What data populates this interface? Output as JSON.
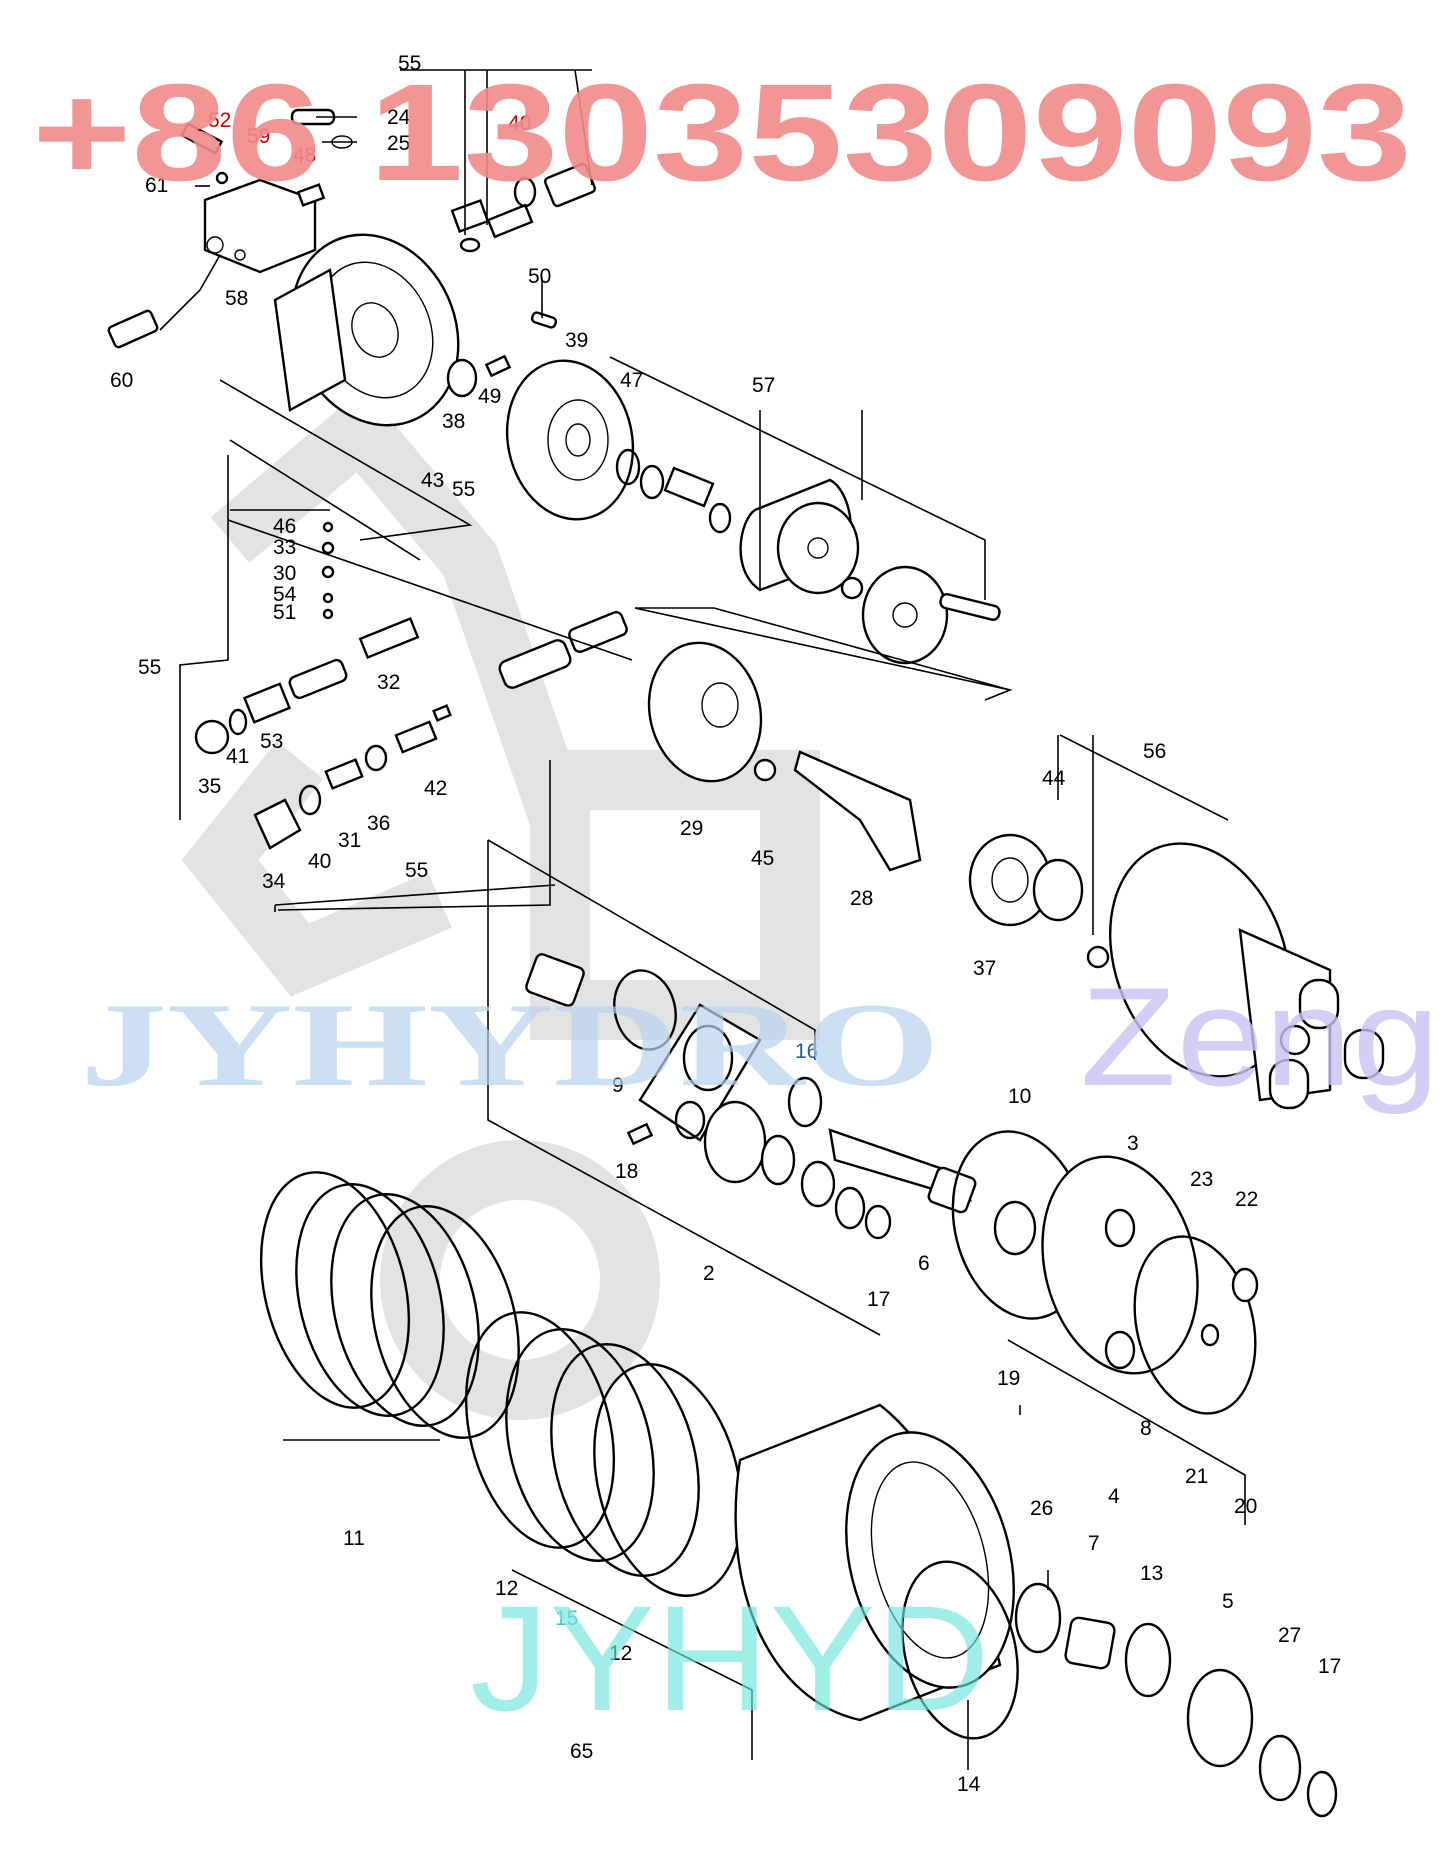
{
  "watermarks": {
    "phone": "+86 13035309093",
    "jyhydro": "JYHYDRO",
    "zeng": "Zeng",
    "jyhyd": "JYHYD"
  },
  "colors": {
    "phone_watermark": "#f08a8a",
    "red_callouts": "#cc0000",
    "blue_callout": "#1c5c9a",
    "teal_callout": "#3fc7c4"
  },
  "callouts": [
    {
      "id": "c55a",
      "text": "55"
    },
    {
      "id": "c52",
      "text": "52"
    },
    {
      "id": "c59",
      "text": "59"
    },
    {
      "id": "c48",
      "text": "48"
    },
    {
      "id": "c24",
      "text": "24"
    },
    {
      "id": "c25",
      "text": "25"
    },
    {
      "id": "c40a",
      "text": "40"
    },
    {
      "id": "c61",
      "text": "61"
    },
    {
      "id": "c58",
      "text": "58"
    },
    {
      "id": "c60",
      "text": "60"
    },
    {
      "id": "c50",
      "text": "50"
    },
    {
      "id": "c39",
      "text": "39"
    },
    {
      "id": "c49",
      "text": "49"
    },
    {
      "id": "c38",
      "text": "38"
    },
    {
      "id": "c43",
      "text": "43"
    },
    {
      "id": "c55b",
      "text": "55"
    },
    {
      "id": "c47",
      "text": "47"
    },
    {
      "id": "c57",
      "text": "57"
    },
    {
      "id": "c46",
      "text": "46"
    },
    {
      "id": "c33",
      "text": "33"
    },
    {
      "id": "c30",
      "text": "30"
    },
    {
      "id": "c54",
      "text": "54"
    },
    {
      "id": "c51",
      "text": "51"
    },
    {
      "id": "c55c",
      "text": "55"
    },
    {
      "id": "c32",
      "text": "32"
    },
    {
      "id": "c53",
      "text": "53"
    },
    {
      "id": "c41",
      "text": "41"
    },
    {
      "id": "c35",
      "text": "35"
    },
    {
      "id": "c42",
      "text": "42"
    },
    {
      "id": "c36",
      "text": "36"
    },
    {
      "id": "c31",
      "text": "31"
    },
    {
      "id": "c40b",
      "text": "40"
    },
    {
      "id": "c34",
      "text": "34"
    },
    {
      "id": "c55d",
      "text": "55"
    },
    {
      "id": "c29",
      "text": "29"
    },
    {
      "id": "c45",
      "text": "45"
    },
    {
      "id": "c28",
      "text": "28"
    },
    {
      "id": "c56",
      "text": "56"
    },
    {
      "id": "c44",
      "text": "44"
    },
    {
      "id": "c37",
      "text": "37"
    },
    {
      "id": "c9",
      "text": "9"
    },
    {
      "id": "c16",
      "text": "16"
    },
    {
      "id": "c18",
      "text": "18"
    },
    {
      "id": "c2",
      "text": "2"
    },
    {
      "id": "c6",
      "text": "6"
    },
    {
      "id": "c17a",
      "text": "17"
    },
    {
      "id": "c10",
      "text": "10"
    },
    {
      "id": "c3",
      "text": "3"
    },
    {
      "id": "c23",
      "text": "23"
    },
    {
      "id": "c22",
      "text": "22"
    },
    {
      "id": "c19",
      "text": "19"
    },
    {
      "id": "c8",
      "text": "8"
    },
    {
      "id": "c4",
      "text": "4"
    },
    {
      "id": "c21",
      "text": "21"
    },
    {
      "id": "c20",
      "text": "20"
    },
    {
      "id": "c11",
      "text": "11"
    },
    {
      "id": "c12a",
      "text": "12"
    },
    {
      "id": "c15",
      "text": "15"
    },
    {
      "id": "c12b",
      "text": "12"
    },
    {
      "id": "c65",
      "text": "65"
    },
    {
      "id": "c14",
      "text": "14"
    },
    {
      "id": "c26",
      "text": "26"
    },
    {
      "id": "c7",
      "text": "7"
    },
    {
      "id": "c13",
      "text": "13"
    },
    {
      "id": "c5",
      "text": "5"
    },
    {
      "id": "c27",
      "text": "27"
    },
    {
      "id": "c17b",
      "text": "17"
    }
  ]
}
